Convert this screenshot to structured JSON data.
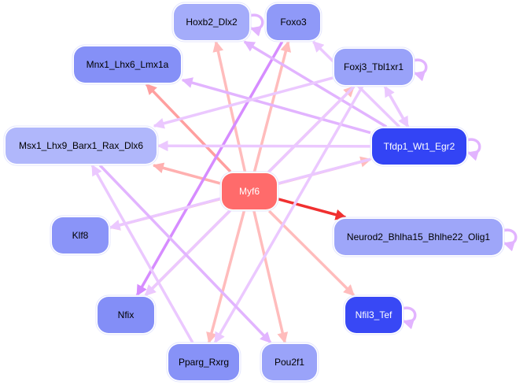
{
  "diagram": {
    "type": "gene regulatory network",
    "center_node": "Myf6",
    "nodes": [
      {
        "id": "Hoxb2_Dlx2",
        "label": "Hoxb2_Dlx2",
        "fill": "#a4acfa",
        "text_color": "#000000",
        "self_loop": true
      },
      {
        "id": "Foxo3",
        "label": "Foxo3",
        "fill": "#8f99f8",
        "text_color": "#000000",
        "self_loop": false
      },
      {
        "id": "Mnx1_Lhx6_Lmx1a",
        "label": "Mnx1_Lhx6_Lmx1a",
        "fill": "#8590f7",
        "text_color": "#000000",
        "self_loop": false
      },
      {
        "id": "Foxj3_Tbl1xr1",
        "label": "Foxj3_Tbl1xr1",
        "fill": "#99a2f9",
        "text_color": "#000000",
        "self_loop": true
      },
      {
        "id": "Msx1_Lhx9_Barx1_Rax_Dlx6",
        "label": "Msx1_Lhx9_Barx1_Rax_Dlx6",
        "fill": "#b0b7fb",
        "text_color": "#000000",
        "self_loop": false
      },
      {
        "id": "Tfdp1_Wt1_Egr2",
        "label": "Tfdp1_Wt1_Egr2",
        "fill": "#3344f5",
        "text_color": "#ffffff",
        "self_loop": true
      },
      {
        "id": "Myf6",
        "label": "Myf6",
        "fill": "#ff6b6b",
        "text_color": "#ffffff",
        "self_loop": false
      },
      {
        "id": "Klf8",
        "label": "Klf8",
        "fill": "#8a94f8",
        "text_color": "#000000",
        "self_loop": false
      },
      {
        "id": "Neurod2_Bhlha15_Bhlhe22_Olig1",
        "label": "Neurod2_Bhlha15_Bhlhe22_Olig1",
        "fill": "#9ea6f9",
        "text_color": "#000000",
        "self_loop": true
      },
      {
        "id": "Nfix",
        "label": "Nfix",
        "fill": "#838ef7",
        "text_color": "#000000",
        "self_loop": false
      },
      {
        "id": "Nfil3_Tef",
        "label": "Nfil3_Tef",
        "fill": "#3848f5",
        "text_color": "#ffffff",
        "self_loop": true
      },
      {
        "id": "Pparg_Rxrg",
        "label": "Pparg_Rxrg",
        "fill": "#8792f7",
        "text_color": "#000000",
        "self_loop": false
      },
      {
        "id": "Pou2f1",
        "label": "Pou2f1",
        "fill": "#9aa3f9",
        "text_color": "#000000",
        "self_loop": false
      }
    ],
    "edges": [
      {
        "from": "Myf6",
        "to": "Neurod2_Bhlha15_Bhlhe22_Olig1",
        "color": "#f03030",
        "weight": "strong"
      },
      {
        "from": "Myf6",
        "to": "Mnx1_Lhx6_Lmx1a",
        "color": "#ff9f9f",
        "weight": "medium"
      },
      {
        "from": "Myf6",
        "to": "Hoxb2_Dlx2",
        "color": "#ffbcbc",
        "weight": "light"
      },
      {
        "from": "Myf6",
        "to": "Foxo3",
        "color": "#ffbcbc",
        "weight": "light"
      },
      {
        "from": "Myf6",
        "to": "Foxj3_Tbl1xr1",
        "color": "#ffbcbc",
        "weight": "light"
      },
      {
        "from": "Myf6",
        "to": "Tfdp1_Wt1_Egr2",
        "color": "#ffbcbc",
        "weight": "light"
      },
      {
        "from": "Myf6",
        "to": "Msx1_Lhx9_Barx1_Rax_Dlx6",
        "color": "#ffb0b0",
        "weight": "light"
      },
      {
        "from": "Myf6",
        "to": "Klf8",
        "color": "#ffbcbc",
        "weight": "light"
      },
      {
        "from": "Myf6",
        "to": "Nfix",
        "color": "#ffb0b0",
        "weight": "light"
      },
      {
        "from": "Myf6",
        "to": "Pparg_Rxrg",
        "color": "#ffbcbc",
        "weight": "light"
      },
      {
        "from": "Myf6",
        "to": "Pou2f1",
        "color": "#ffbcbc",
        "weight": "light"
      },
      {
        "from": "Myf6",
        "to": "Nfil3_Tef",
        "color": "#ffbcbc",
        "weight": "light"
      },
      {
        "from": "Foxo3",
        "to": "Nfix",
        "color": "#d68cff",
        "weight": "medium"
      },
      {
        "from": "Tfdp1_Wt1_Egr2",
        "to": "Hoxb2_Dlx2",
        "color": "#e2b4ff",
        "weight": "light"
      },
      {
        "from": "Tfdp1_Wt1_Egr2",
        "to": "Mnx1_Lhx6_Lmx1a",
        "color": "#e2b4ff",
        "weight": "light"
      },
      {
        "from": "Tfdp1_Wt1_Egr2",
        "to": "Msx1_Lhx9_Barx1_Rax_Dlx6",
        "color": "#ebc8ff",
        "weight": "light"
      },
      {
        "from": "Tfdp1_Wt1_Egr2",
        "to": "Foxj3_Tbl1xr1",
        "color": "#ebc8ff",
        "weight": "light"
      },
      {
        "from": "Tfdp1_Wt1_Egr2",
        "to": "Klf8",
        "color": "#ebc8ff",
        "weight": "light"
      },
      {
        "from": "Tfdp1_Wt1_Egr2",
        "to": "Foxo3",
        "color": "#ebc8ff",
        "weight": "light"
      },
      {
        "from": "Foxj3_Tbl1xr1",
        "to": "Tfdp1_Wt1_Egr2",
        "color": "#ebc8ff",
        "weight": "light"
      },
      {
        "from": "Foxj3_Tbl1xr1",
        "to": "Msx1_Lhx9_Barx1_Rax_Dlx6",
        "color": "#ebc8ff",
        "weight": "light"
      },
      {
        "from": "Foxj3_Tbl1xr1",
        "to": "Pparg_Rxrg",
        "color": "#ebc8ff",
        "weight": "light"
      },
      {
        "from": "Foxj3_Tbl1xr1",
        "to": "Nfix",
        "color": "#ebc8ff",
        "weight": "light"
      },
      {
        "from": "Msx1_Lhx9_Barx1_Rax_Dlx6",
        "to": "Pou2f1",
        "color": "#e2b4ff",
        "weight": "light"
      },
      {
        "from": "Pparg_Rxrg",
        "to": "Msx1_Lhx9_Barx1_Rax_Dlx6",
        "color": "#ebc8ff",
        "weight": "light"
      }
    ],
    "self_loop_color": "#e2b4ff"
  }
}
